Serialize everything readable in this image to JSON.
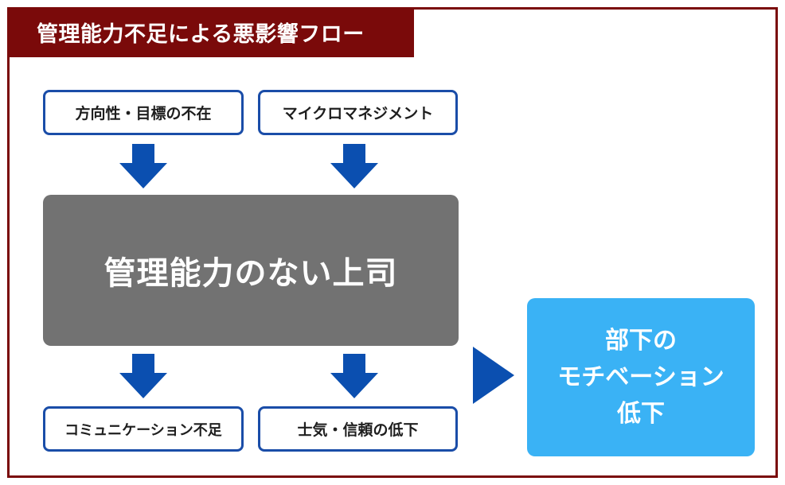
{
  "title": "管理能力不足による悪影響フロー",
  "causes": {
    "left": "方向性・目標の不在",
    "right": "マイクロマネジメント"
  },
  "center": "管理能力のない上司",
  "effects": {
    "left": "コミュニケーション不足",
    "right": "士気・信頼の低下"
  },
  "result": {
    "line1": "部下の",
    "line2": "モチベーション",
    "line3": "低下"
  },
  "colors": {
    "title_bg": "#7a0a0a",
    "box_border": "#1a4da8",
    "arrow": "#0b4fb0",
    "center_bg": "#727272",
    "result_bg": "#3ab2f5"
  }
}
